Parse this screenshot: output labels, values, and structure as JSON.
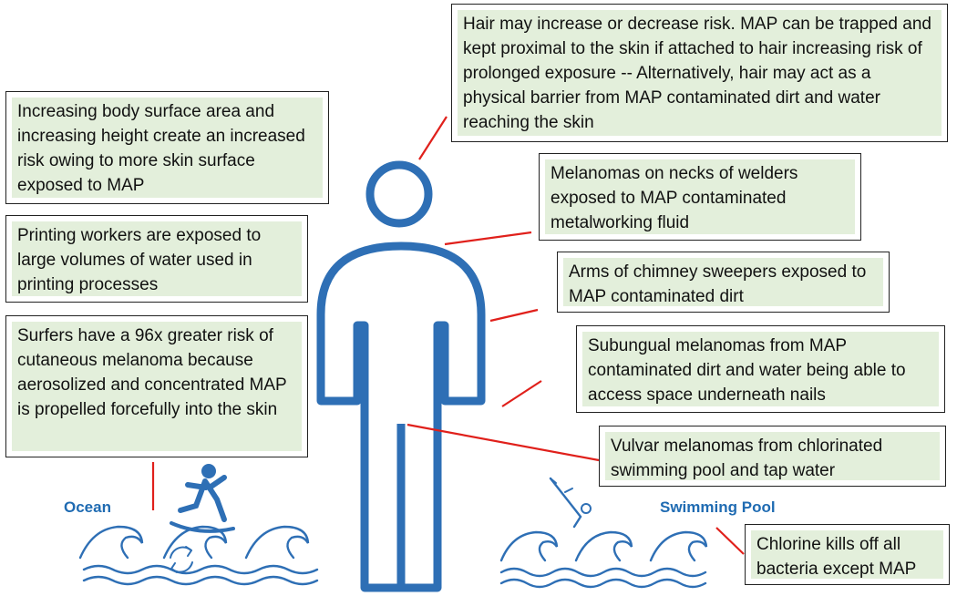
{
  "callouts": {
    "hair": "Hair may increase or decrease risk. MAP can be trapped and kept proximal to the skin if attached to hair increasing risk of prolonged exposure -- Alternatively, hair may act as a physical barrier from MAP contaminated dirt and water reaching the skin",
    "body_surface": "Increasing body surface area and increasing height create an increased risk owing to more skin surface exposed to MAP",
    "printing": "Printing workers are exposed to large volumes of water used in printing processes",
    "surfers": "Surfers have a 96x greater risk of cutaneous melanoma because aerosolized and concentrated MAP is propelled forcefully into the skin",
    "neck": "Melanomas on necks of welders exposed to MAP contaminated metalworking fluid",
    "arms": "Arms of chimney sweepers exposed to MAP contaminated dirt",
    "nails": "Subungual melanomas from MAP contaminated dirt and water being able to access space underneath nails",
    "vulvar": "Vulvar melanomas from chlorinated swimming pool and tap water",
    "chlorine": "Chlorine kills off all bacteria except MAP"
  },
  "labels": {
    "ocean": "Ocean",
    "pool": "Swimming Pool"
  },
  "colors": {
    "figure": "#2e6fb5",
    "leader": "#e0201b",
    "callout_fill": "#e3efdb",
    "scene_label": "#1f6bb2"
  }
}
